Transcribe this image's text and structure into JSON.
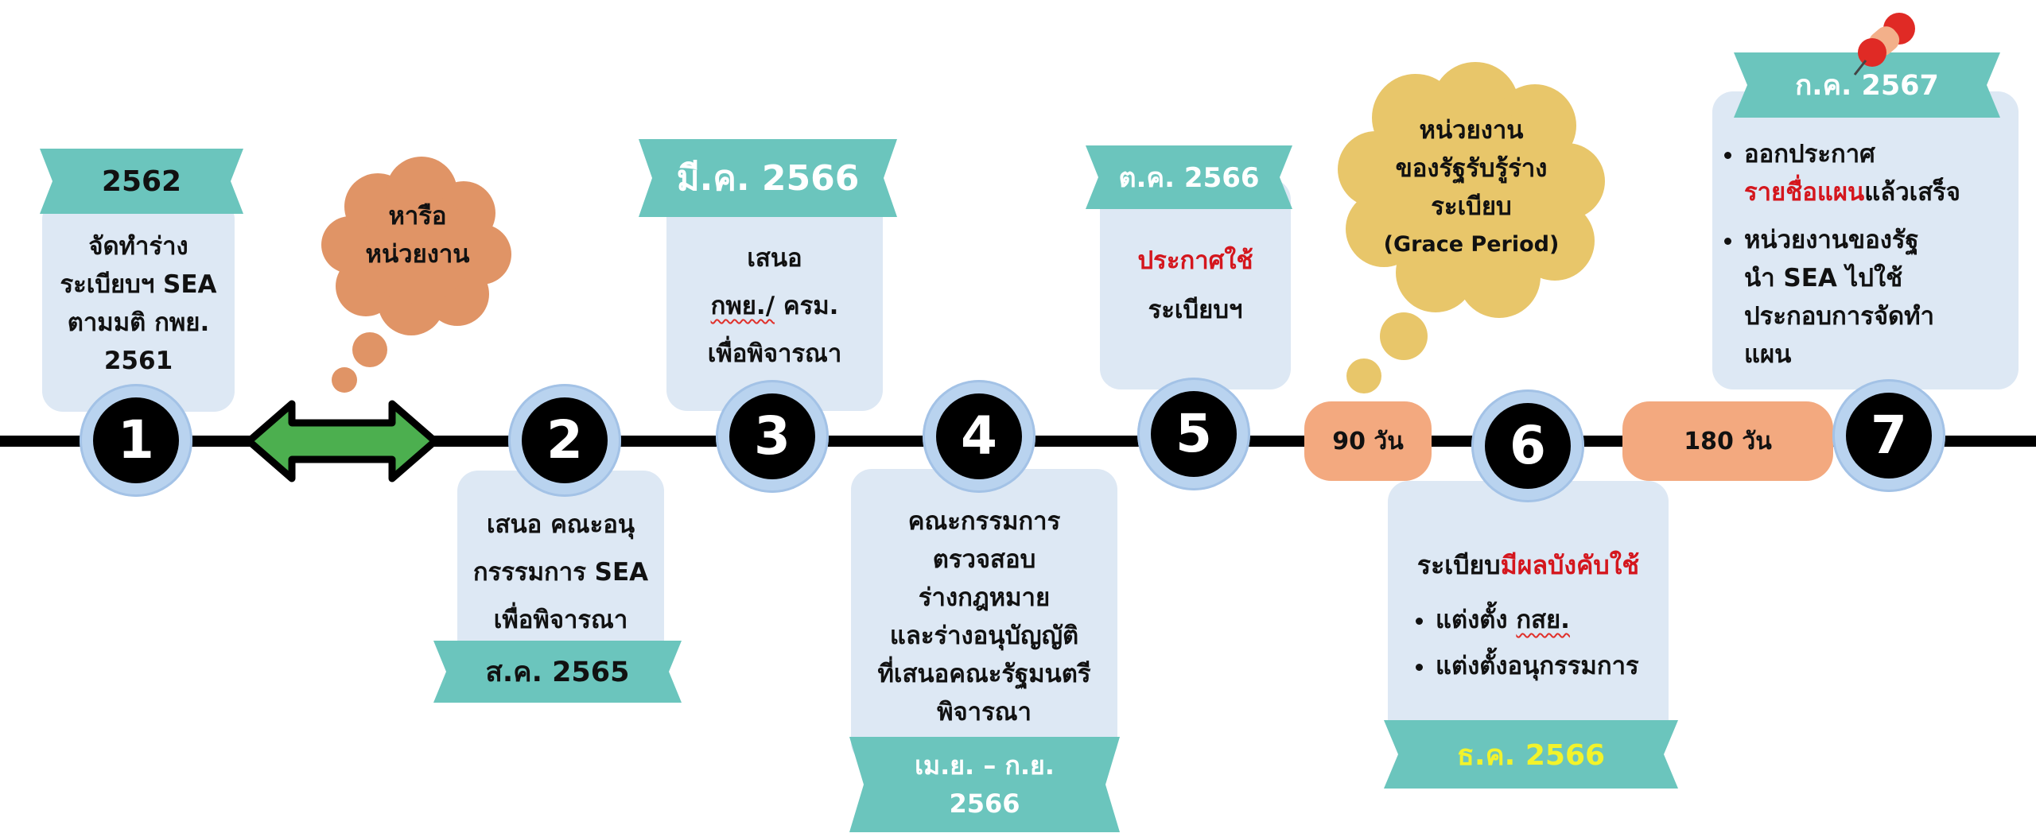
{
  "colors": {
    "line": "#000000",
    "card": "#dde8f4",
    "banner": "#6bc5bd",
    "node_ring": "#b9d3ef",
    "node_fill": "#000000",
    "pill": "#f3a97f",
    "arrow": "#4caf4f",
    "cloud_orange": "#e09466",
    "cloud_yellow": "#e8c66a",
    "highlight_red": "#d4161d",
    "highlight_yellow": "#f2f32b"
  },
  "steps": [
    {
      "number": "1",
      "date": "2562",
      "lines": [
        "จัดทำร่าง",
        "ระเบียบฯ SEA",
        "ตามมติ กพย.",
        "2561"
      ]
    },
    {
      "number": "2",
      "date": "ส.ค. 2565",
      "lines": [
        "เสนอ คณะอนุ",
        "กรรรมการ SEA",
        "เพื่อพิจารณา"
      ]
    },
    {
      "number": "3",
      "date": "มี.ค. 2566",
      "lines": [
        "เสนอ",
        "กพย./",
        "ครม.",
        "เพื่อพิจารณา"
      ]
    },
    {
      "number": "4",
      "date_lines": [
        "เม.ย. – ก.ย.",
        "2566"
      ],
      "lines": [
        "คณะกรรมการ",
        "ตรวจสอบ",
        "ร่างกฎหมาย",
        "และร่างอนุบัญญัติ",
        "ที่เสนอคณะรัฐมนตรี",
        "พิจารณา"
      ]
    },
    {
      "number": "5",
      "date": "ต.ค. 2566",
      "lines": [
        "ประกาศใช้",
        "ระเบียบฯ"
      ]
    },
    {
      "number": "6",
      "date": "ธ.ค. 2566",
      "title_prefix": "ระเบียบ",
      "title_highlight": "มีผลบังคับใช้",
      "bullets": [
        "แต่งตั้ง",
        "กสย.",
        "แต่งตั้งอนุกรรมการ"
      ]
    },
    {
      "number": "7",
      "date": "ก.ค. 2567",
      "bullet1_prefix": "ออกประกาศ",
      "bullet1_highlight": "รายชื่อแผน",
      "bullet1_suffix": "แล้วเสร็จ",
      "bullet2_lines": [
        "หน่วยงานของรัฐ",
        "นำ SEA ไปใช้",
        "ประกอบการจัดทำ",
        "แผน"
      ]
    }
  ],
  "clouds": {
    "orange": [
      "หารือ",
      "หน่วยงาน"
    ],
    "yellow": [
      "หน่วยงาน",
      "ของรัฐรับรู้ร่าง",
      "ระเบียบ",
      "(Grace Period)"
    ]
  },
  "durations": {
    "first": "90 วัน",
    "second": "180 วัน"
  },
  "icons": {
    "arrow": "double-arrow-icon",
    "pin": "pushpin-icon"
  }
}
